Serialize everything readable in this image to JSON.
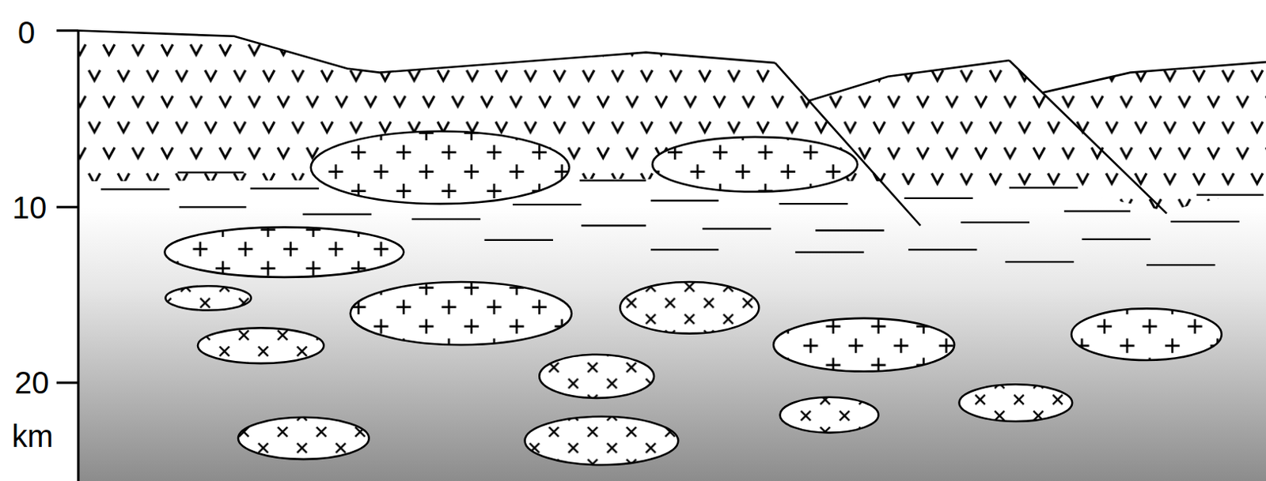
{
  "diagram": {
    "labels": [
      "0",
      "10",
      "20",
      "km"
    ]
  }
}
